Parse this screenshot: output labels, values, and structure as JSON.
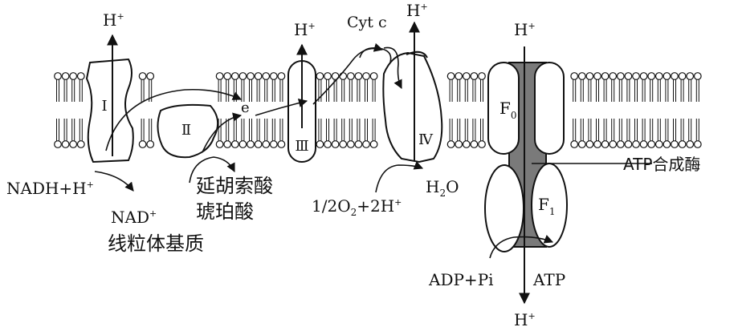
{
  "complexes": {
    "complex_1": "I",
    "complex_2": "Ⅱ",
    "complex_3": "Ⅲ",
    "complex_4": "Ⅳ",
    "f0": "F",
    "f0_sub": "0",
    "f1": "F",
    "f1_sub": "1"
  },
  "labels": {
    "h_plus_1": "H",
    "h_plus_2": "H",
    "h_plus_3": "H",
    "h_plus_4": "H",
    "h_plus_bottom": "H",
    "plus": "+",
    "cyt_c": "Cyt c",
    "electron": "e",
    "nadh": "NADH+H",
    "nad": "NAD",
    "fumarate": "延胡索酸",
    "succinate": "琥珀酸",
    "matrix": "线粒体基质",
    "oxygen_a": "1/2O",
    "oxygen_sub": "2",
    "oxygen_b": "+2H",
    "water_a": "H",
    "water_sub": "2",
    "water_b": "O",
    "atp_synthase": "ATP合成酶",
    "adp_pi": "ADP+Pi",
    "atp": "ATP"
  },
  "colors": {
    "line": "#111111",
    "channel": "#7a7a7a"
  }
}
